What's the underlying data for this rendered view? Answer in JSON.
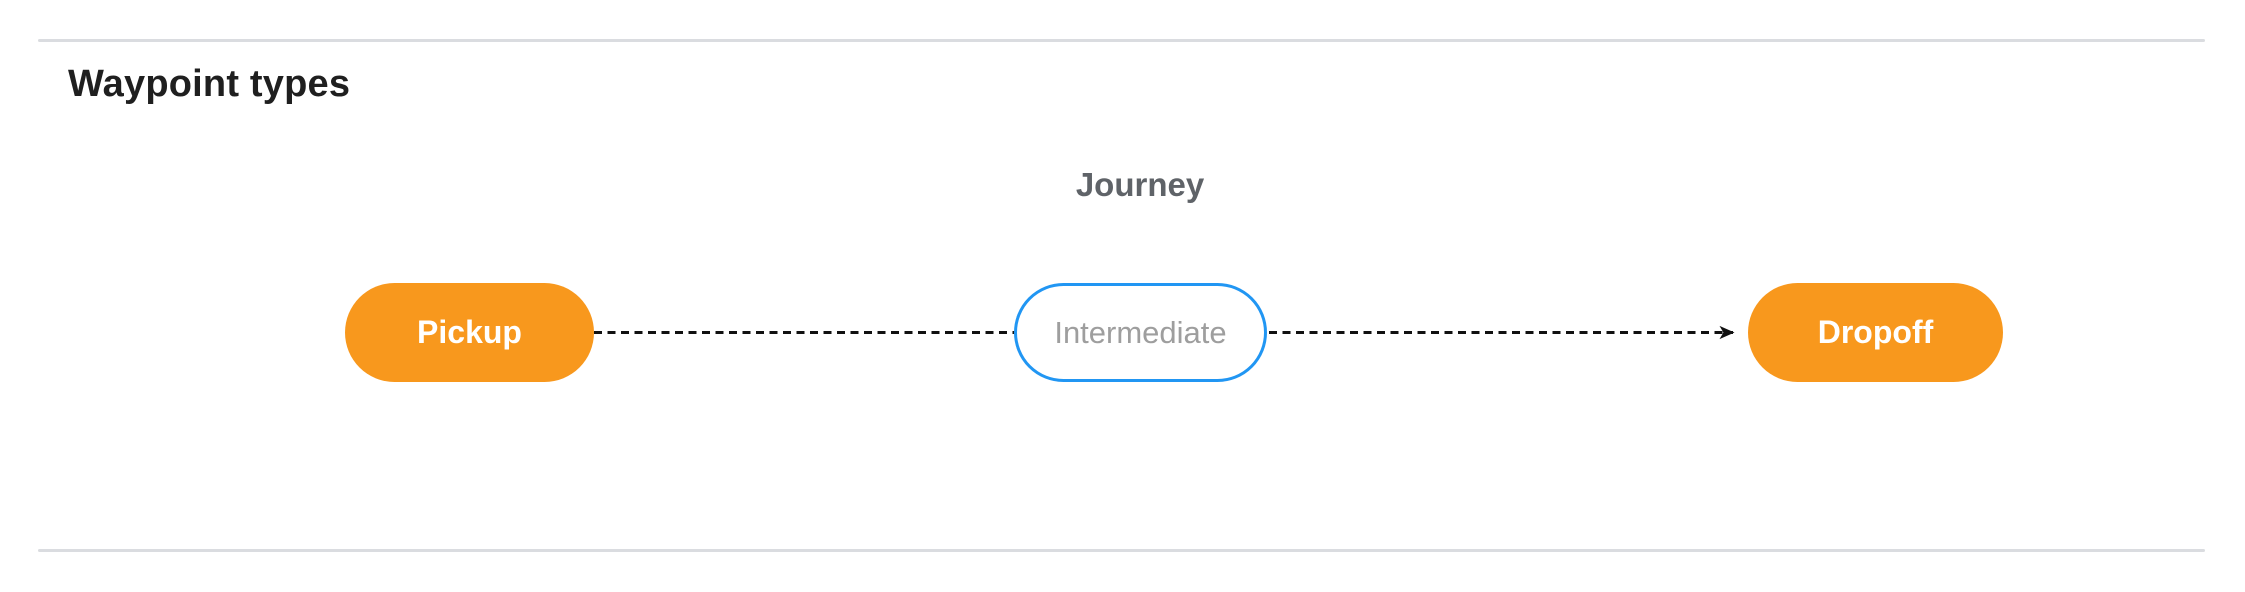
{
  "page": {
    "title": "Waypoint types"
  },
  "diagram": {
    "title": "Journey",
    "nodes": [
      {
        "label": "Pickup",
        "style": "filled"
      },
      {
        "label": "Intermediate",
        "style": "outlined"
      },
      {
        "label": "Dropoff",
        "style": "filled"
      }
    ],
    "edge": {
      "style": "dashed-arrow",
      "from": "Pickup",
      "through": "Intermediate",
      "to": "Dropoff"
    },
    "colors": {
      "node_fill": "#F8981D",
      "node_outline": "#2196F3",
      "outlined_text": "#9E9E9E",
      "label_text": "#5F6368",
      "edge": "#111111",
      "divider": "#DADCE0"
    }
  }
}
